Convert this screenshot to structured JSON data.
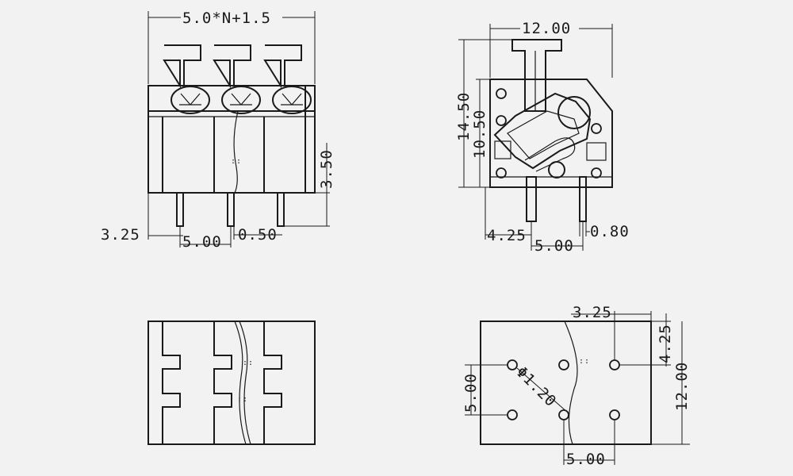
{
  "front_view": {
    "overall_width": "5.0*N+1.5",
    "height": "3.50",
    "edge_offset": "3.25",
    "pitch": "5.00",
    "pin_width": "0.50"
  },
  "side_view": {
    "width": "12.00",
    "total_height": "14.50",
    "body_height": "10.50",
    "pin_offset": "4.25",
    "pin_spacing": "5.00",
    "pin_size": "0.80"
  },
  "pcb_view": {
    "edge_x": "3.25",
    "edge_y": "4.25",
    "height": "12.00",
    "row_pitch": "5.00",
    "col_pitch": "5.00",
    "hole_dia": "Φ1.20"
  }
}
